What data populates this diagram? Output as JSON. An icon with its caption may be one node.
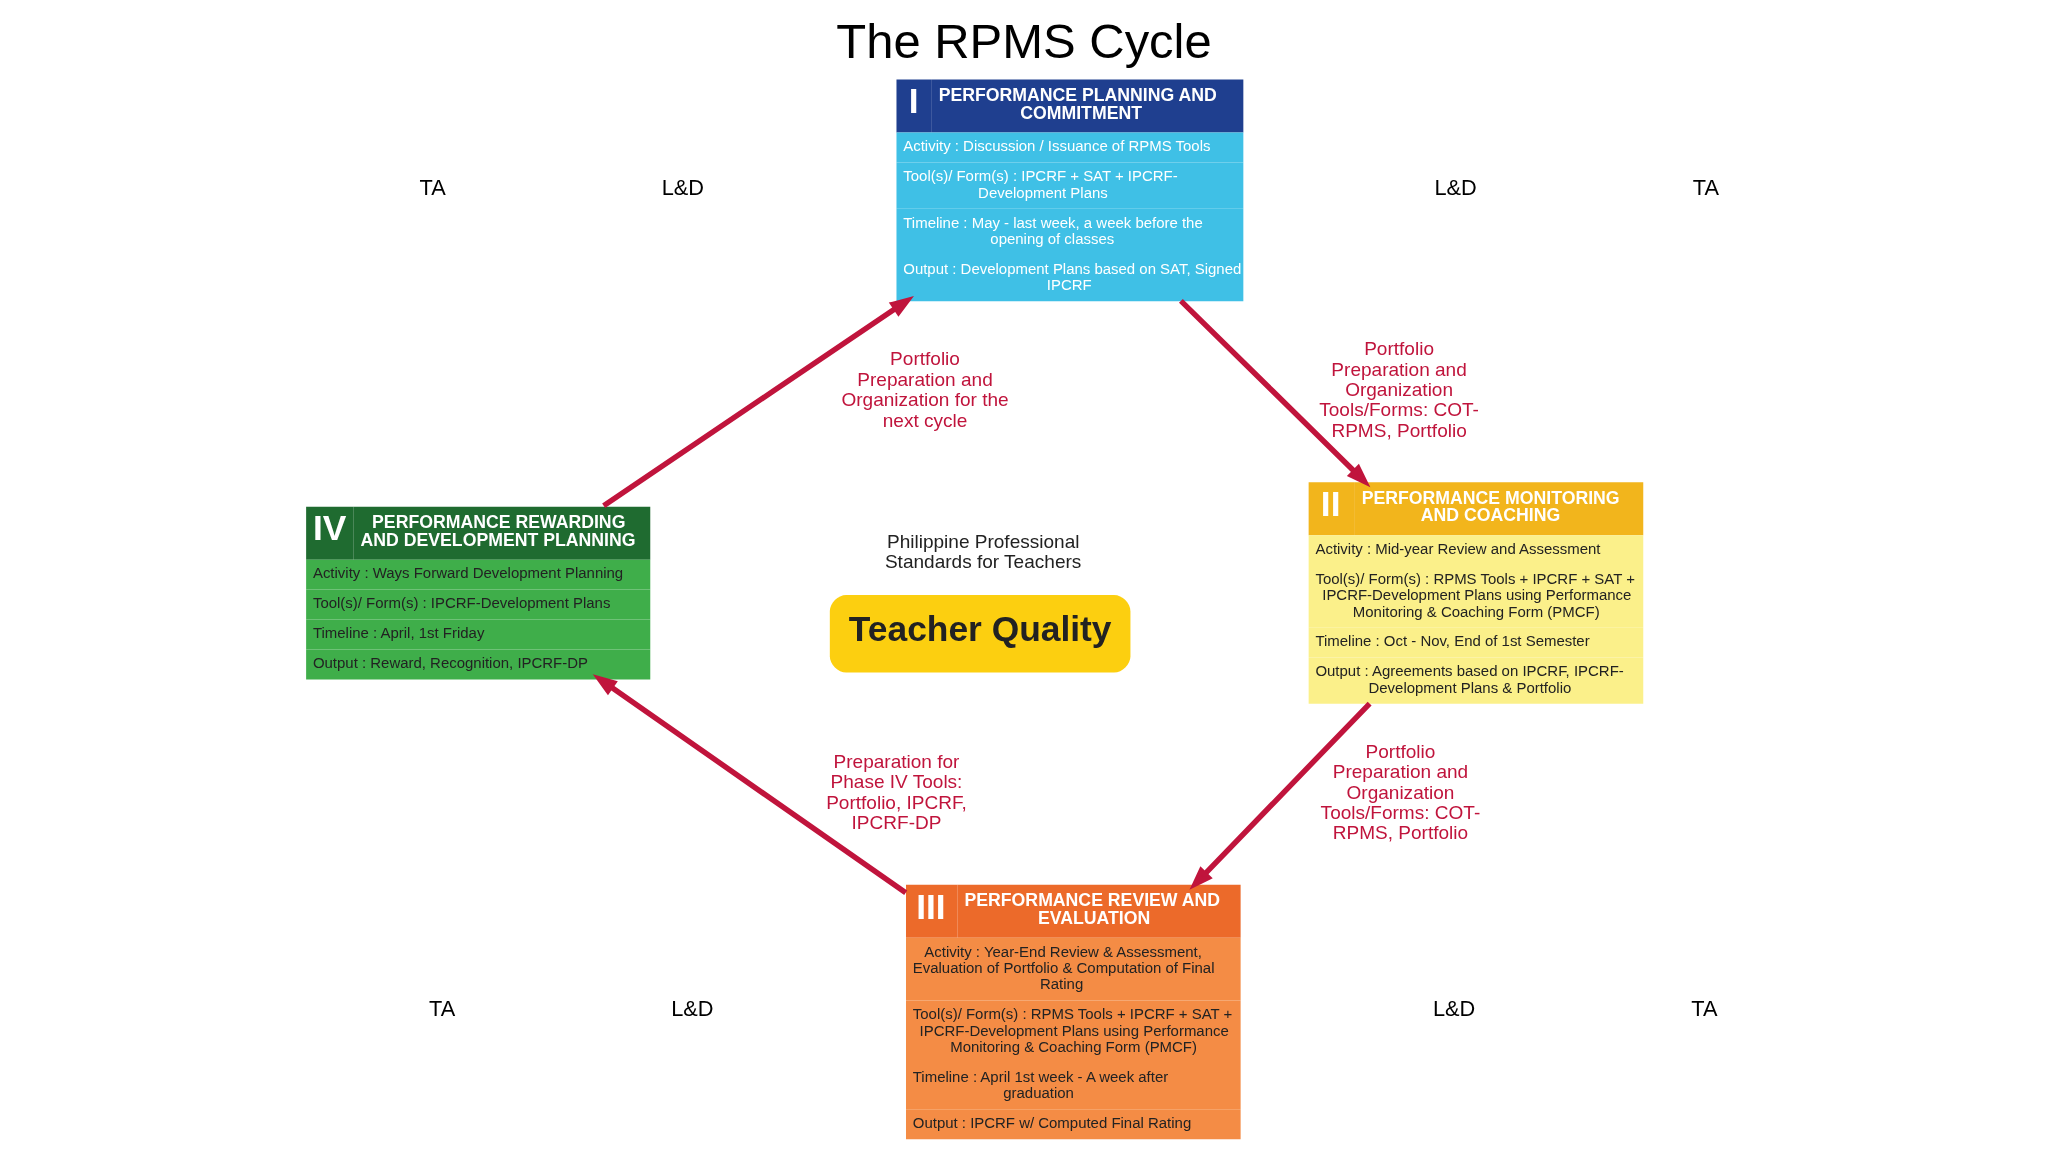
{
  "diagram": {
    "title": "The RPMS Cycle",
    "nodes": [
      {
        "text": [
          "I",
          "PERFORMANCE PLANNING AND COMMITMENT",
          "Activity : Discussion / Issuance of RPMS Tools",
          "Tool(s)/ Form(s) : IPCRF + SAT + IPCRF-Development Plans",
          "Timeline : May - last week, a week before the opening of classes",
          "Output : Development Plans based on SAT, Signed IPCRF"
        ]
      },
      {
        "text": [
          "II",
          "PERFORMANCE MONITORING AND COACHING",
          "Activity : Mid-year Review and Assessment",
          "Tool(s)/ Form(s) : RPMS Tools + IPCRF + SAT + IPCRF-Development Plans using Performance Monitoring & Coaching Form (PMCF)",
          "Timeline : Oct - Nov, End of 1st Semester",
          "Output : Agreements based on IPCRF, IPCRF-Development Plans & Portfolio"
        ]
      },
      {
        "text": [
          "III",
          "PERFORMANCE REVIEW AND EVALUATION",
          "Activity : Year-End Review & Assessment, Evaluation of Portfolio & Computation of Final Rating",
          "Tool(s)/ Form(s) : RPMS Tools + IPCRF + SAT + IPCRF-Development Plans using Performance Monitoring & Coaching Form (PMCF)",
          "Timeline : April 1st week - A week after graduation",
          "Output : IPCRF w/ Computed Final Rating"
        ]
      },
      {
        "text": [
          "IV",
          "PERFORMANCE REWARDING AND DEVELOPMENT PLANNING",
          "Activity : Ways Forward Development Planning",
          "Tool(s)/ Form(s) : IPCRF-Development Plans",
          "Timeline : April, 1st Friday",
          "Output : Reward, Recognition, IPCRF-DP"
        ]
      },
      {
        "text": [
          "Teacher Quality"
        ],
        "beside": [
          "Philippine Professional Standards for Teachers"
        ]
      }
    ],
    "edges": [
      {
        "from": 0,
        "to": 1,
        "arrow": "to",
        "label": "Portfolio Preparation and Organization Tools/Forms: COT-RPMS, Portfolio"
      },
      {
        "from": 1,
        "to": 2,
        "arrow": "to",
        "label": "Portfolio Preparation and Organization Tools/Forms: COT-RPMS, Portfolio"
      },
      {
        "from": 2,
        "to": 3,
        "arrow": "to",
        "label": "Preparation for Phase IV Tools: Portfolio, IPCRF, IPCRF-DP"
      },
      {
        "from": 3,
        "to": 0,
        "arrow": "to",
        "label": "Portfolio Preparation and Organization for the next cycle"
      }
    ],
    "labels": [
      "TA",
      "L&D",
      "L&D",
      "TA",
      "TA",
      "L&D",
      "L&D",
      "TA"
    ]
  }
}
